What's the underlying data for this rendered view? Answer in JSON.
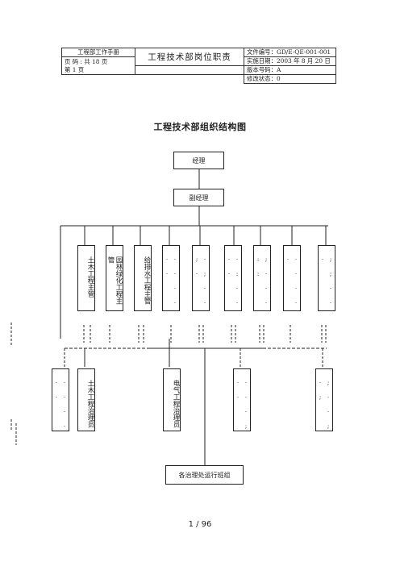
{
  "header": {
    "manual": "工程部工作手册",
    "doc_title": "工程技术部岗位职责",
    "page_info_1": "页  码 :  共  18  页",
    "page_info_2": "第 1 页",
    "file_no": "文件编号：GD/E-QE-001-001",
    "date": "实施日期：2003 年 8 月 20 日",
    "version": "版本号码：A",
    "revision": "修改状态：0"
  },
  "chart_title": "工程技术部组织结构图",
  "org": {
    "manager": "经理",
    "deputy": "副经理",
    "row1": [
      {
        "label": "土木工程主管",
        "faint": false
      },
      {
        "label": "园林绿化工程主管",
        "faint": false
      },
      {
        "label": "给排水工程主管",
        "faint": false
      },
      {
        "label": "· · · · · ·",
        "faint": true
      },
      {
        "label": "· ; · · ; ·",
        "faint": true
      },
      {
        "label": "· : · · · ·",
        "faint": true
      },
      {
        "label": "; · · · : :",
        "faint": true
      },
      {
        "label": "· · · · ·",
        "faint": true
      },
      {
        "label": "; ; · · ·",
        "faint": true
      }
    ],
    "row2": [
      {
        "label": "· · · · · ·",
        "faint": true
      },
      {
        "label": "土木工程治理员",
        "faint": false
      },
      {
        "label": "电气工程治理员",
        "faint": false
      },
      {
        "label": "· · · ; · ·",
        "faint": true
      },
      {
        "label": "; · · ; · ;",
        "faint": true
      }
    ],
    "bottom": "各治理处运行班组"
  },
  "page_number": "1 / 96"
}
